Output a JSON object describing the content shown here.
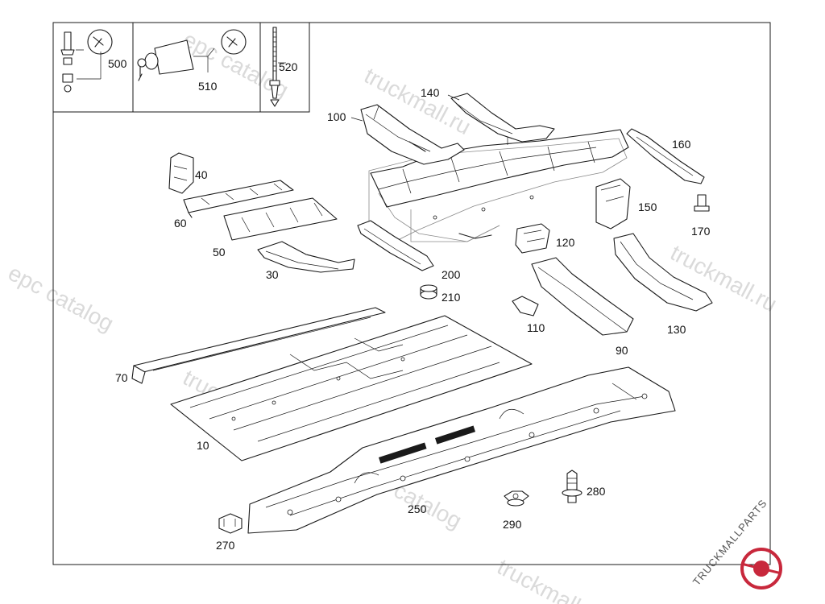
{
  "diagram": {
    "callouts": {
      "c10": "10",
      "c30": "30",
      "c40": "40",
      "c50": "50",
      "c60": "60",
      "c70": "70",
      "c90": "90",
      "c100": "100",
      "c110": "110",
      "c120": "120",
      "c130": "130",
      "c140": "140",
      "c150": "150",
      "c160": "160",
      "c170": "170",
      "c200": "200",
      "c210": "210",
      "c250": "250",
      "c270": "270",
      "c280": "280",
      "c290": "290",
      "c500": "500",
      "c510": "510",
      "c520": "520"
    }
  },
  "watermark": {
    "site": "truckmall.ru",
    "catalog": "epc catalog",
    "logo": "TRUCKMALLPARTS"
  },
  "colors": {
    "line": "#1a1a1a",
    "watermark": "#d6d6d6",
    "logo_accent": "#c8283c"
  }
}
